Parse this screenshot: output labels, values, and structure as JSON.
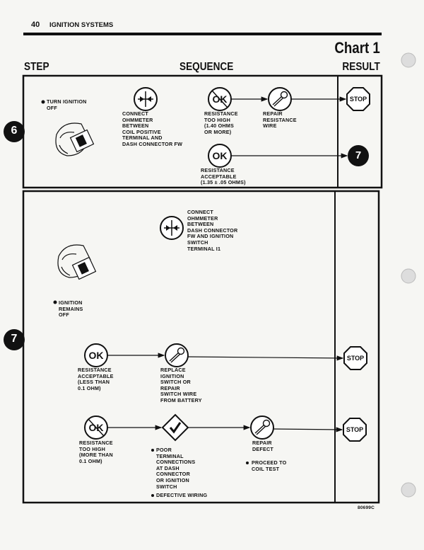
{
  "header": {
    "page_number": "40",
    "section": "IGNITION SYSTEMS",
    "chart_title": "Chart 1"
  },
  "columns": {
    "step": "STEP",
    "sequence": "SEQUENCE",
    "result": "RESULT"
  },
  "step6": {
    "number": "6",
    "instruction": "TURN IGNITION\nOFF",
    "connect": "CONNECT\nOHMMETER\nBETWEEN\nCOIL POSITIVE\nTERMINAL AND\nDASH CONNECTOR FW",
    "too_high": "RESISTANCE\nTOO HIGH\n(1.40 OHMS\nOR MORE)",
    "too_high_action": "REPAIR\nRESISTANCE\nWIRE",
    "acceptable": "RESISTANCE\nACCEPTABLE\n(1.35 ± .05 OHMS)",
    "ok_icon_label": "OK",
    "stop_label": "STOP",
    "next_step": "7"
  },
  "step7": {
    "number": "7",
    "connect": "CONNECT\nOHMMETER\nBETWEEN\nDASH CONNECTOR\nFW AND IGNITION\nSWITCH\nTERMINAL I1",
    "instruction": "IGNITION\nREMAINS\nOFF",
    "acceptable": "RESISTANCE\nACCEPTABLE\n(LESS THAN\n0.1 OHM)",
    "acceptable_action": "REPLACE\nIGNITION\nSWITCH OR\nREPAIR\nSWITCH WIRE\nFROM BATTERY",
    "too_high": "RESISTANCE\nTOO HIGH\n(MORE THAN\n0.1 OHM)",
    "causes": [
      "POOR\nTERMINAL\nCONNECTIONS\nAT DASH\nCONNECTOR\nOR IGNITION\nSWITCH",
      "DEFECTIVE WIRING"
    ],
    "too_high_action": "REPAIR\nDEFECT",
    "followup": "PROCEED TO\nCOIL TEST",
    "ok_icon_label": "OK",
    "stop_label": "STOP"
  },
  "figure_code": "80699C"
}
